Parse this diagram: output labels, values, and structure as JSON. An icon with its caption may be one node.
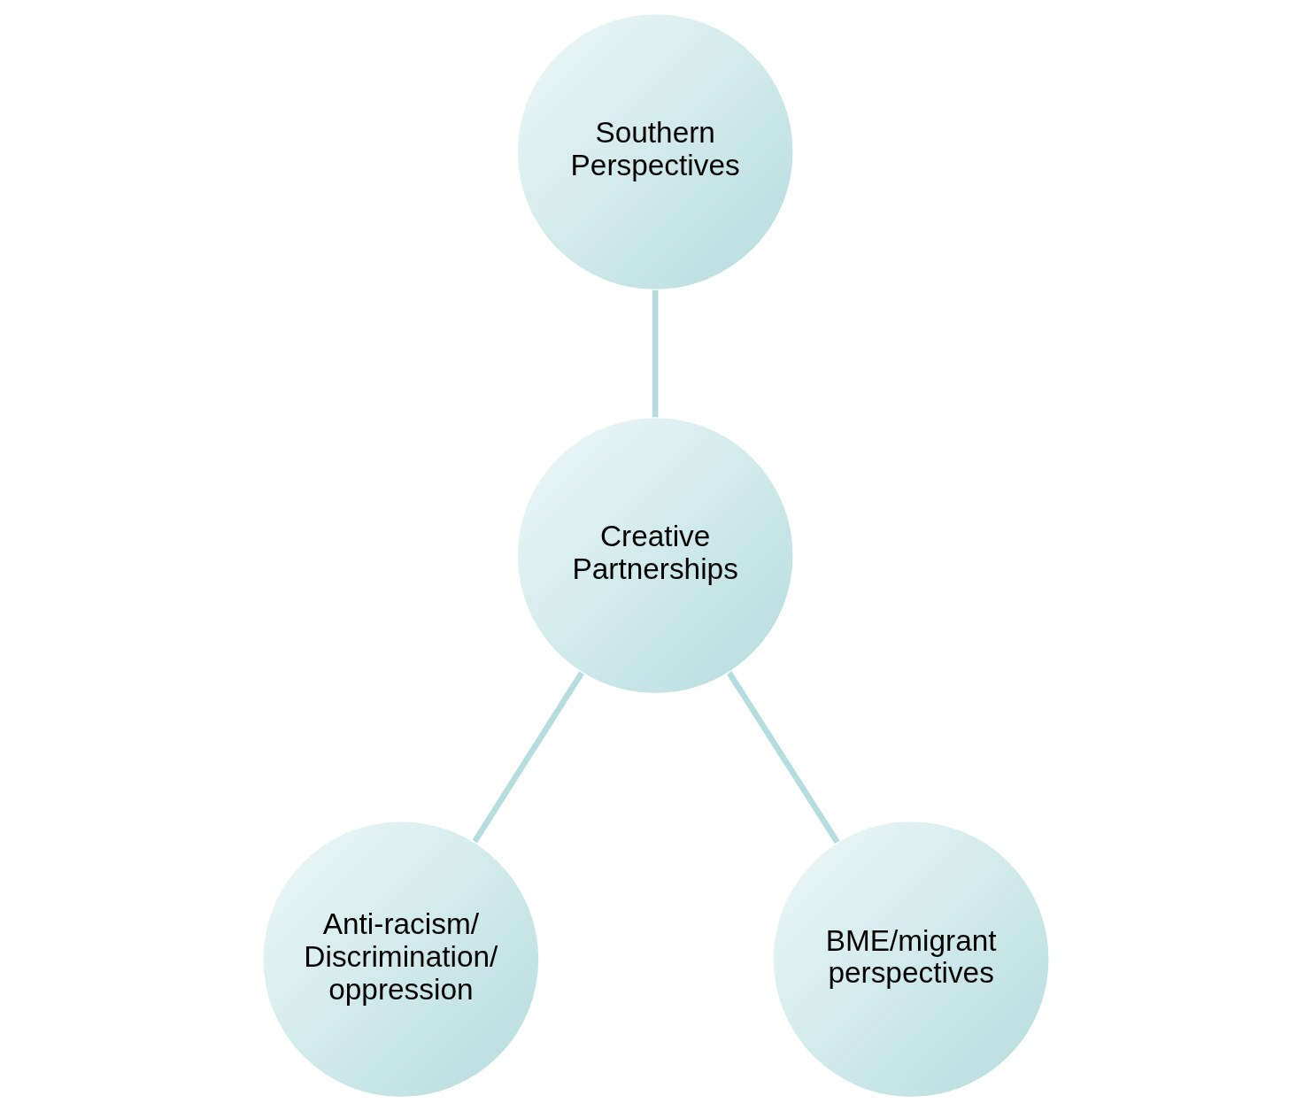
{
  "diagram": {
    "nodes": [
      {
        "text": [
          "Southern Perspectives"
        ]
      },
      {
        "text": [
          "Creative Partnerships"
        ]
      },
      {
        "text": [
          "Anti-racism/ Discrimination/ oppression"
        ]
      },
      {
        "text": [
          "BME/migrant perspectives"
        ]
      }
    ],
    "edges": [
      {
        "from": 0,
        "to": 1,
        "arrow": "none"
      },
      {
        "from": 1,
        "to": 2,
        "arrow": "none"
      },
      {
        "from": 1,
        "to": 3,
        "arrow": "none"
      }
    ]
  }
}
